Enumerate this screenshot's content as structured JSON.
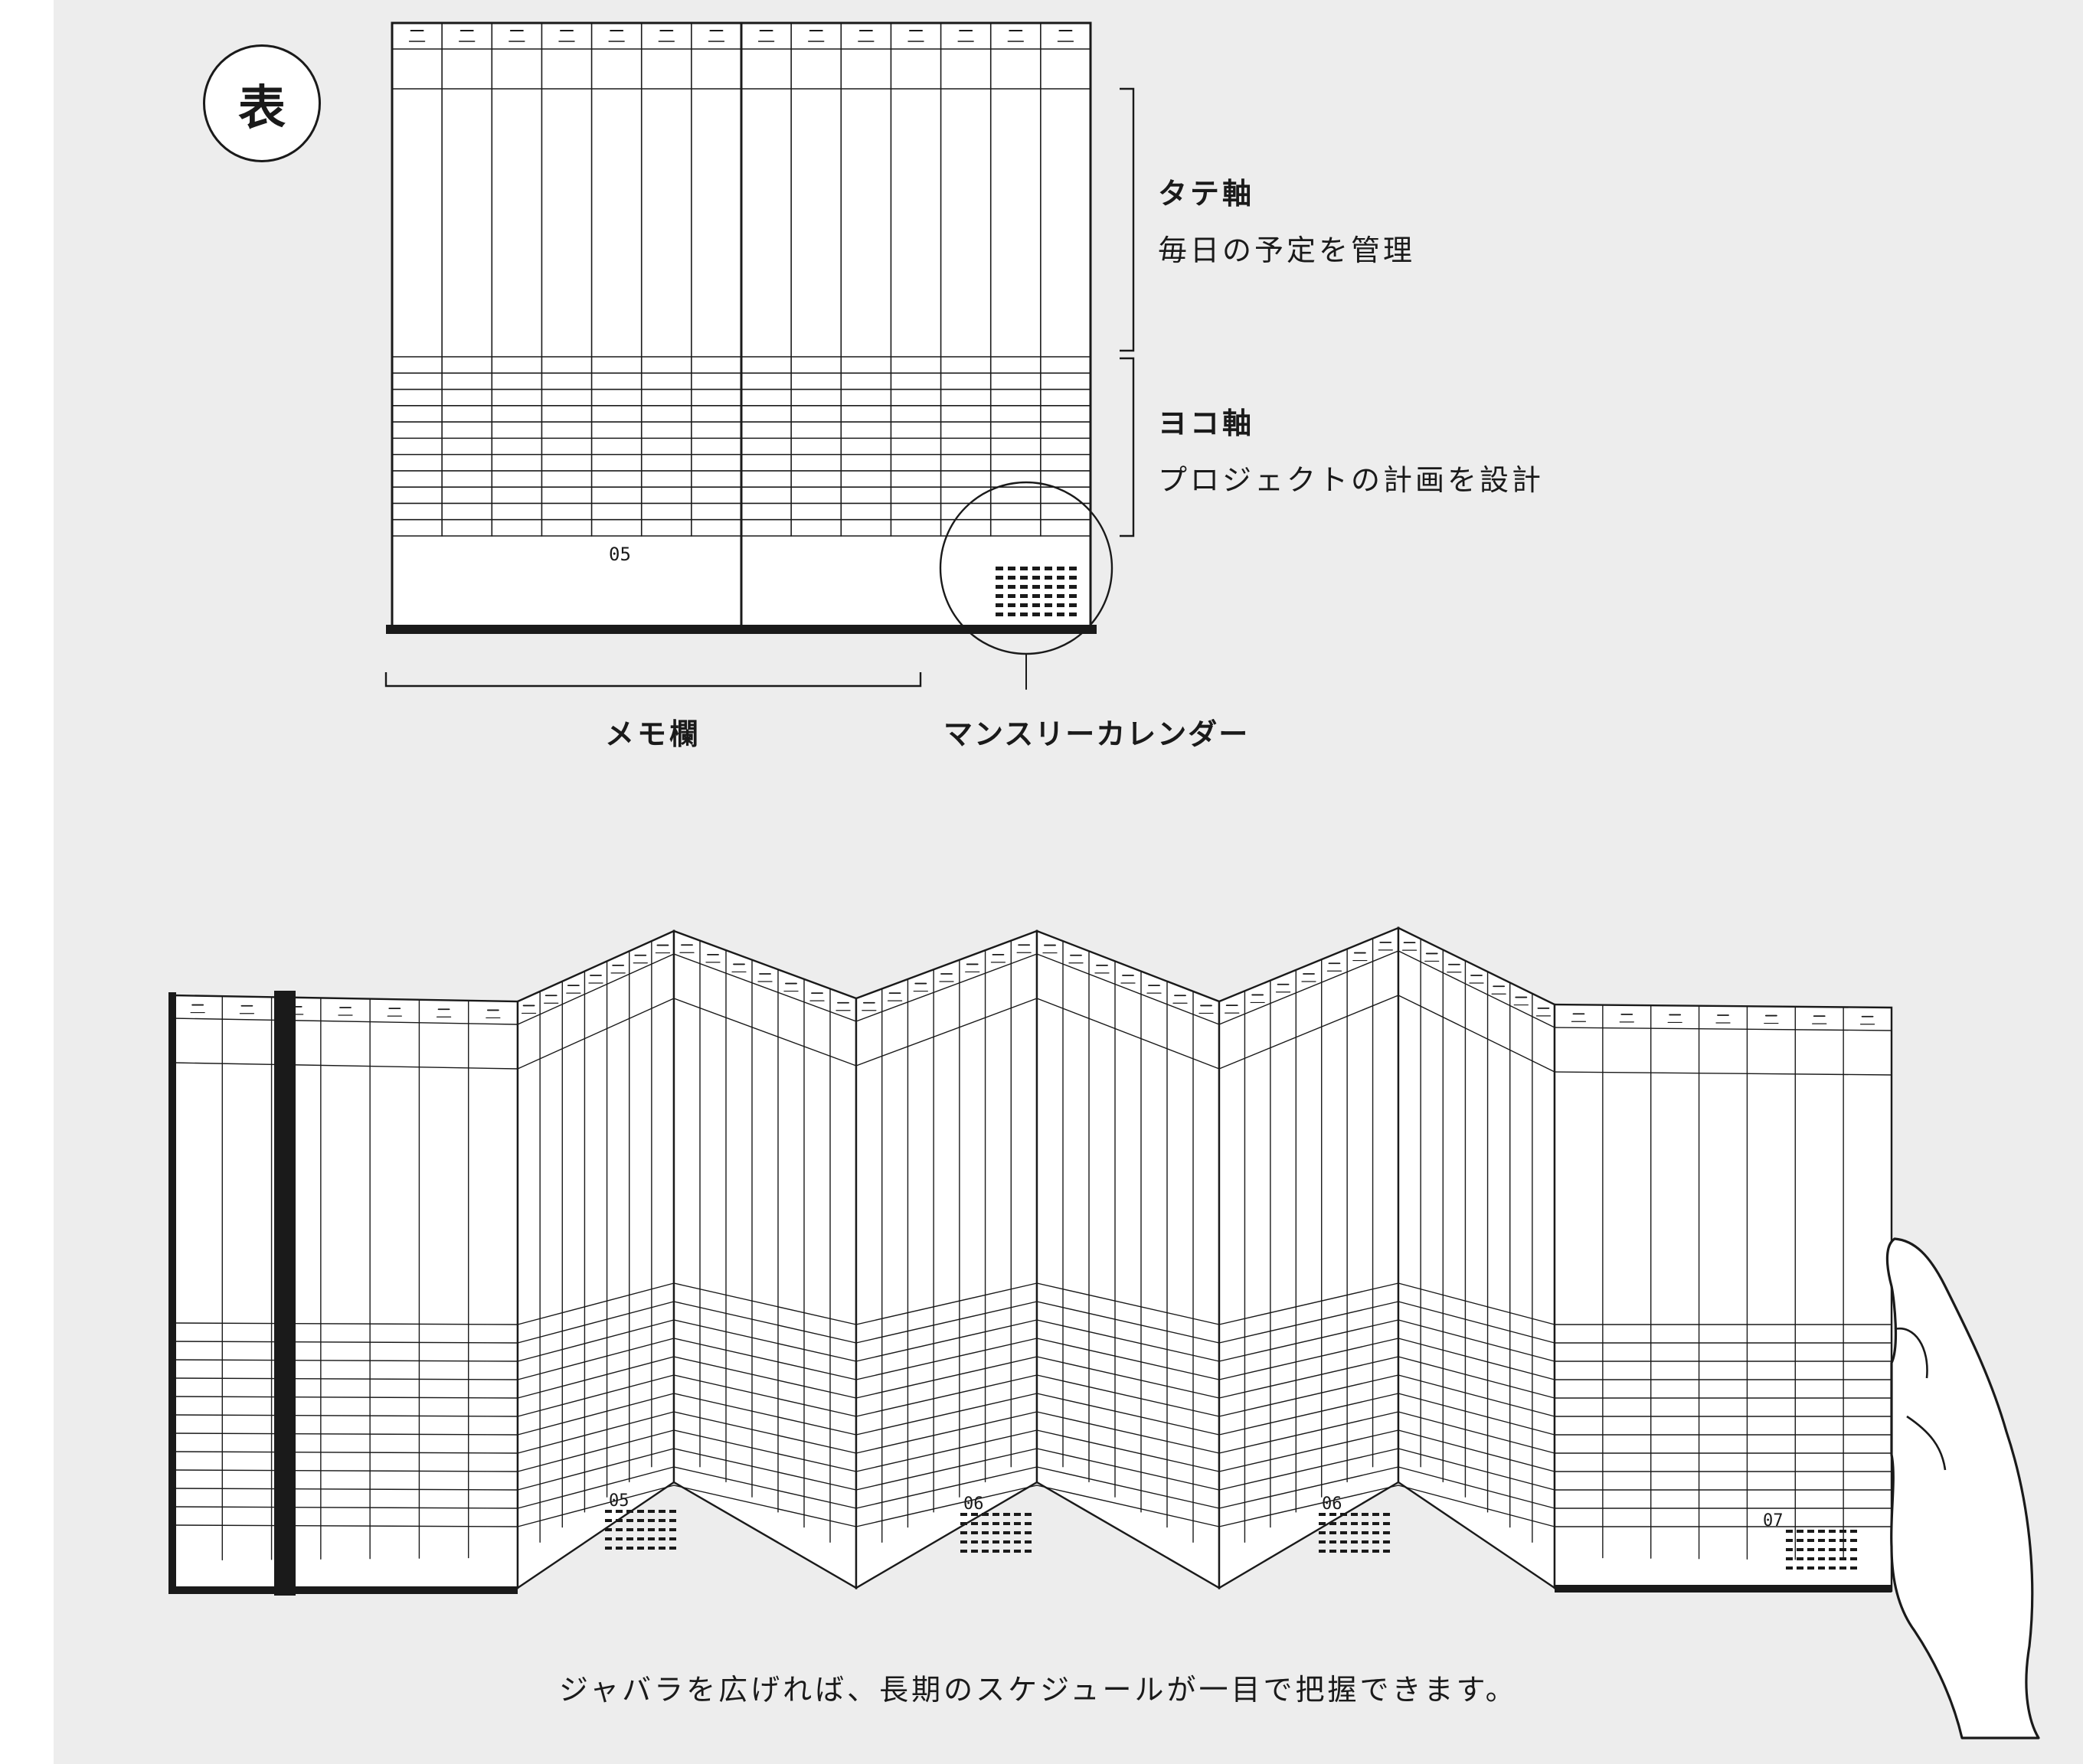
{
  "side_mark": "表",
  "annotations": {
    "vertical_axis": {
      "title": "タテ軸",
      "description": "毎日の予定を管理"
    },
    "horizontal_axis": {
      "title": "ヨコ軸",
      "description": "プロジェクトの計画を設計"
    },
    "memo": "メモ欄",
    "monthly_calendar": "マンスリーカレンダー"
  },
  "month_labels": [
    "05",
    "06",
    "06",
    "07"
  ],
  "caption": "ジャバラを広げれば、長期のスケジュールが一目で把握できます。",
  "colors": {
    "background": "#ededed",
    "ink": "#1a1a1a",
    "paper": "#ffffff"
  }
}
